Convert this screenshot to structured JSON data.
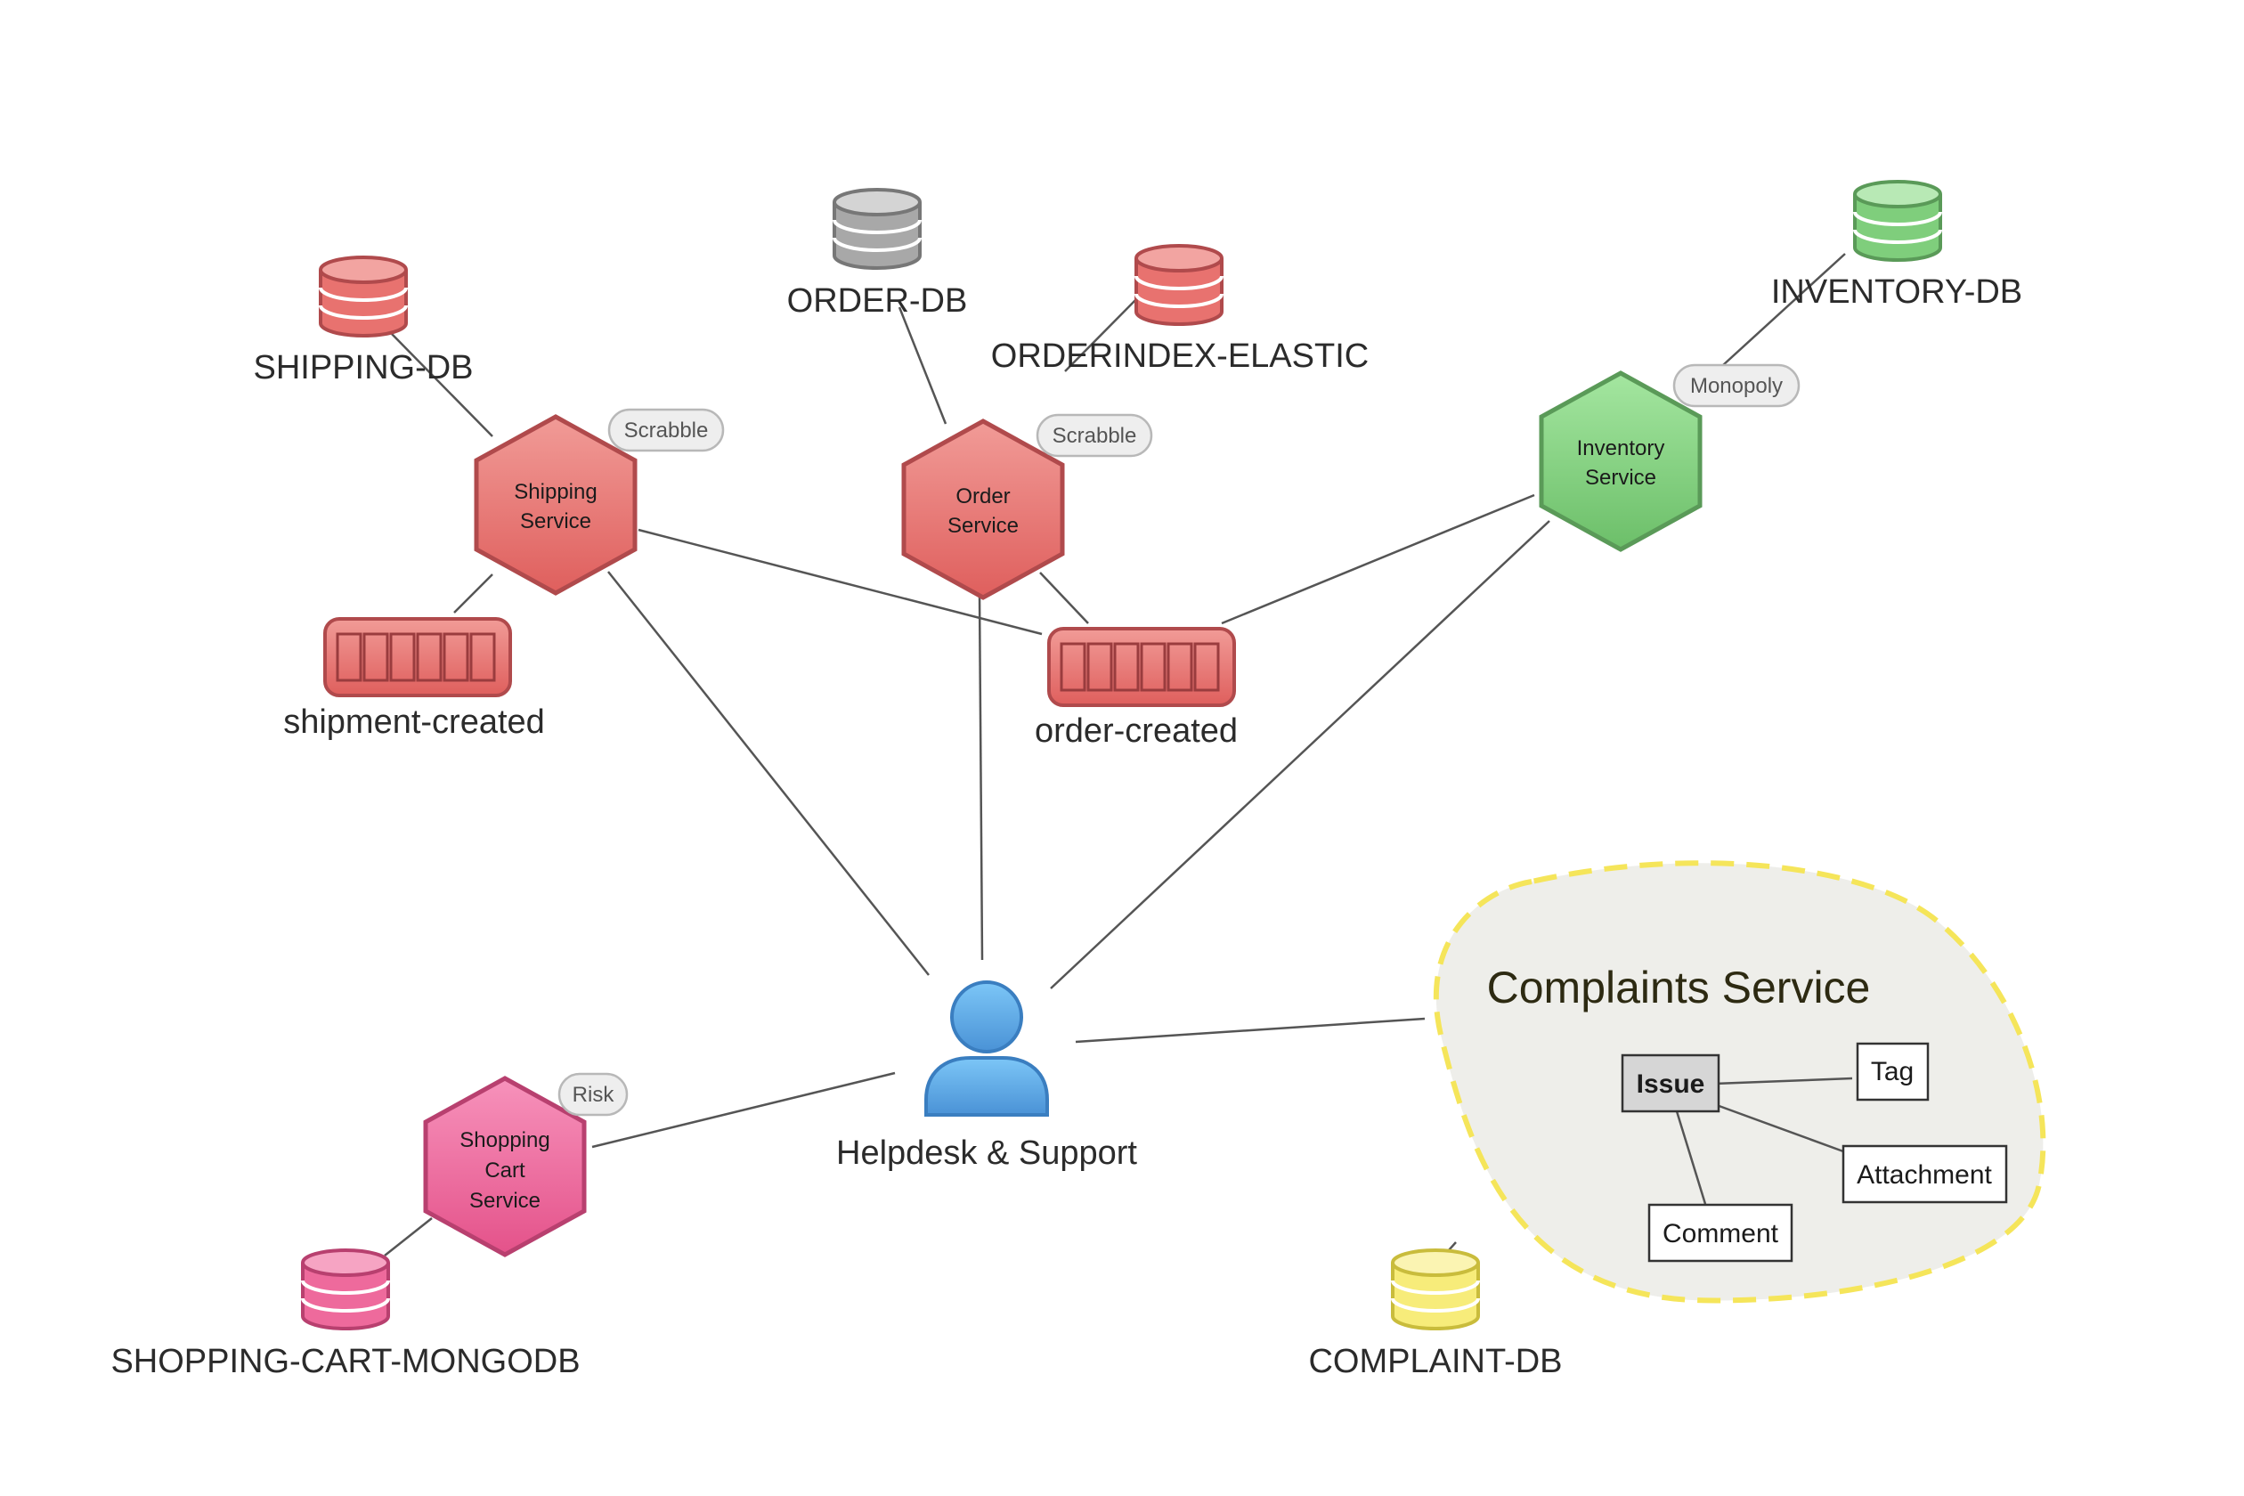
{
  "services": {
    "shipping": {
      "line1": "Shipping",
      "line2": "Service",
      "tag": "Scrabble"
    },
    "order": {
      "line1": "Order",
      "line2": "Service",
      "tag": "Scrabble"
    },
    "inventory": {
      "line1": "Inventory",
      "line2": "Service",
      "tag": "Monopoly"
    },
    "shopping_cart": {
      "line1": "Shopping",
      "line2": "Cart",
      "line3": "Service",
      "tag": "Risk"
    }
  },
  "databases": {
    "shipping_db": "SHIPPING-DB",
    "order_db": "ORDER-DB",
    "orderindex": "ORDERINDEX-ELASTIC",
    "inventory_db": "INVENTORY-DB",
    "shopping_cart_db": "SHOPPING-CART-MONGODB",
    "complaint_db": "COMPLAINT-DB"
  },
  "topics": {
    "shipment_created": "shipment-created",
    "order_created": "order-created"
  },
  "actor": {
    "label": "Helpdesk & Support"
  },
  "complaints": {
    "title": "Complaints Service",
    "entities": {
      "issue": "Issue",
      "tag": "Tag",
      "attachment": "Attachment",
      "comment": "Comment"
    }
  },
  "colors": {
    "red_fill": "#e8726f",
    "red_stroke": "#b04a4c",
    "green_fill": "#7fce7c",
    "green_stroke": "#5a9a58",
    "pink_fill": "#ee6a9c",
    "pink_stroke": "#b8406f",
    "gray_db": "#a8a8a8",
    "yellow_db": "#f7ec7a",
    "actor_blue": "#5aaae8",
    "bounded_context_fill": "#eeeeea",
    "bounded_context_border": "#f5e55a"
  }
}
